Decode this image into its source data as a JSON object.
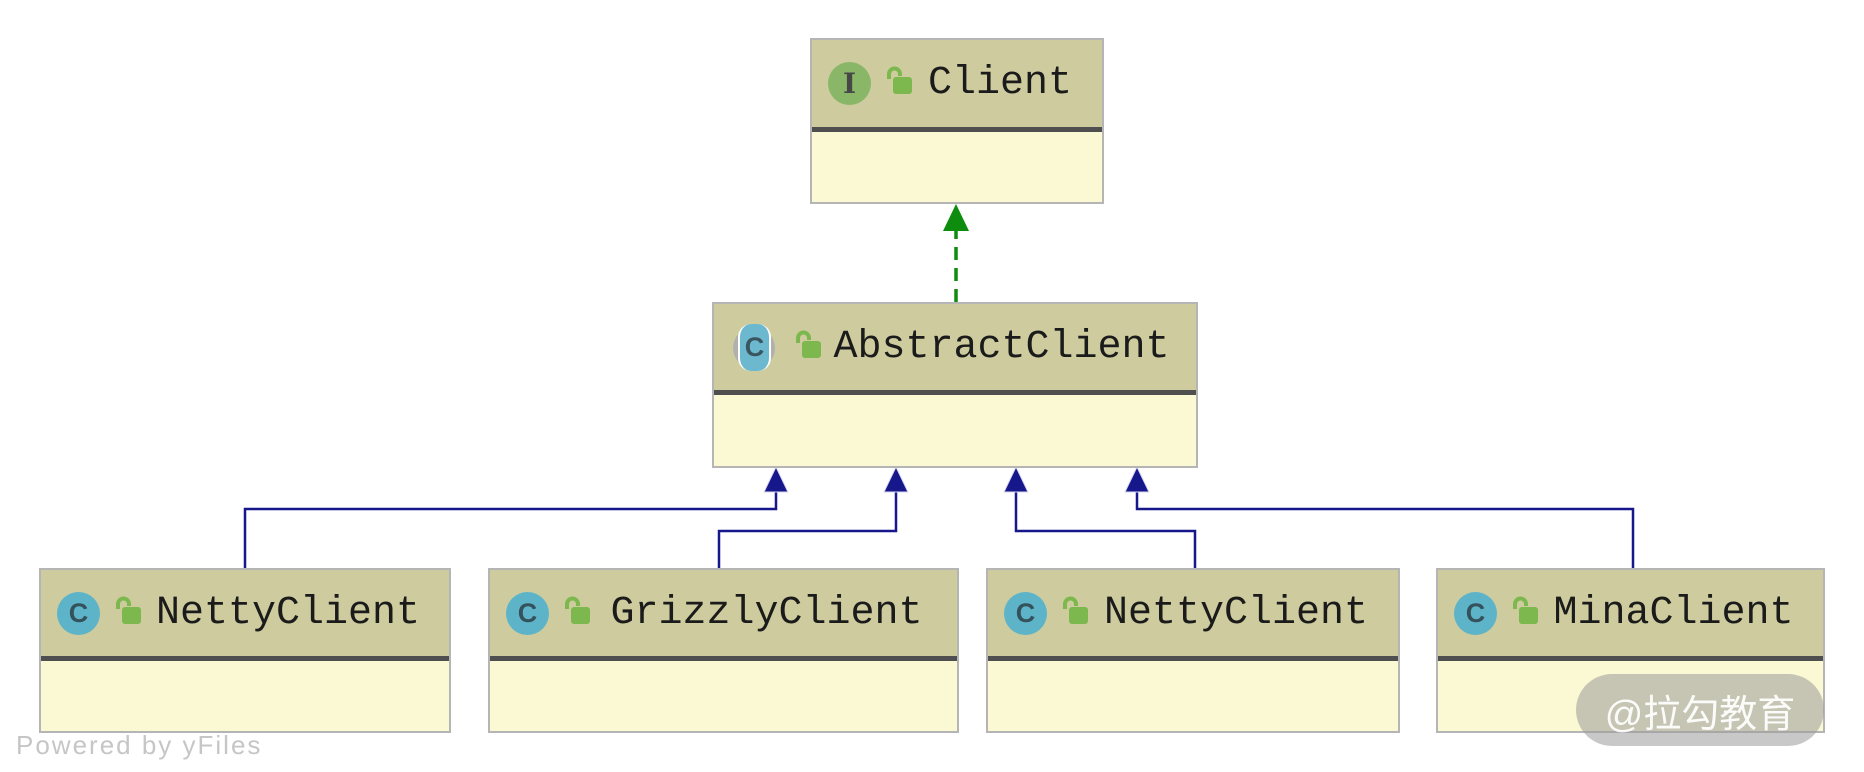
{
  "diagram": {
    "nodes": [
      {
        "name": "Client",
        "stereotype": "interface",
        "icon_letter": "I",
        "visibility": "public"
      },
      {
        "name": "AbstractClient",
        "stereotype": "abstract class",
        "icon_letter": "C",
        "visibility": "public"
      },
      {
        "name": "NettyClient",
        "stereotype": "class",
        "icon_letter": "C",
        "visibility": "public"
      },
      {
        "name": "GrizzlyClient",
        "stereotype": "class",
        "icon_letter": "C",
        "visibility": "public"
      },
      {
        "name": "NettyClient",
        "stereotype": "class",
        "icon_letter": "C",
        "visibility": "public"
      },
      {
        "name": "MinaClient",
        "stereotype": "class",
        "icon_letter": "C",
        "visibility": "public"
      }
    ],
    "relations": [
      {
        "from": "AbstractClient",
        "to": "Client",
        "type": "implements",
        "style": "dashed-green"
      },
      {
        "from": "NettyClient",
        "to": "AbstractClient",
        "type": "extends",
        "style": "solid-navy"
      },
      {
        "from": "GrizzlyClient",
        "to": "AbstractClient",
        "type": "extends",
        "style": "solid-navy"
      },
      {
        "from": "NettyClient",
        "to": "AbstractClient",
        "type": "extends",
        "style": "solid-navy"
      },
      {
        "from": "MinaClient",
        "to": "AbstractClient",
        "type": "extends",
        "style": "solid-navy"
      }
    ]
  },
  "footer": {
    "powered_by": "Powered by yFiles"
  },
  "watermark": {
    "text": "@拉勾教育"
  },
  "colors": {
    "node_header": "#cecc9e",
    "node_body": "#fbf9d3",
    "node_border": "#b5b5b5",
    "header_divider": "#4f4f4f",
    "extends_edge": "#17178c",
    "implements_edge": "#0d8c0d",
    "interface_icon": "#8ab767",
    "class_icon": "#5db4c9",
    "lock_icon": "#7cb84e"
  }
}
